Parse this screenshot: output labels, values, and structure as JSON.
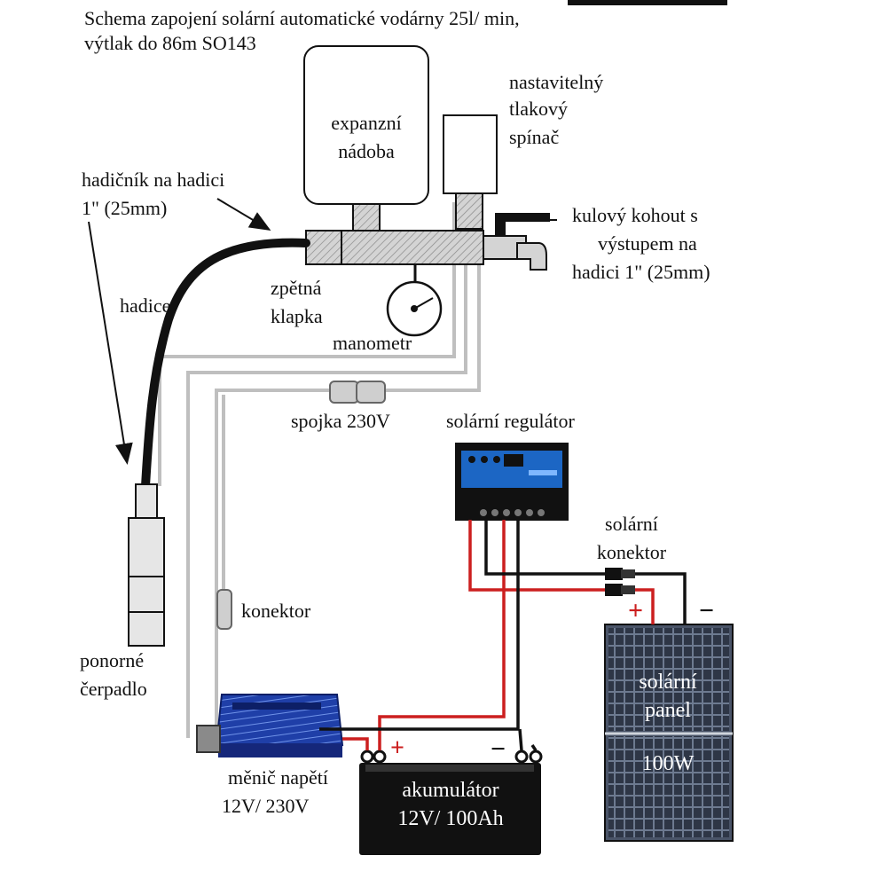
{
  "title": {
    "line1": "Schema zapojení solární automatické vodárny 25l/ min,",
    "line2": "výtlak do 86m SO143"
  },
  "labels": {
    "expansion_vessel": [
      "expanzní",
      "nádoba"
    ],
    "pressure_switch": [
      "nastavitelný",
      "tlakový",
      "spínač"
    ],
    "hose_fitting": [
      "hadičník na hadici",
      "1\" (25mm)"
    ],
    "ball_valve": [
      "kulový kohout s",
      "výstupem na",
      "hadici 1\" (25mm)"
    ],
    "hose": "hadice",
    "check_valve": [
      "zpětná",
      "klapka"
    ],
    "manometer": "manometr",
    "coupler_230v": "spojka 230V",
    "solar_regulator": "solární regulátor",
    "solar_connector": [
      "solární",
      "konektor"
    ],
    "connector": "konektor",
    "submersible_pump": [
      "ponorné",
      "čerpadlo"
    ],
    "inverter": [
      "měnič napětí",
      "12V/ 230V"
    ],
    "battery": [
      "akumulátor",
      "12V/ 100Ah"
    ],
    "solar_panel": [
      "solární",
      "panel",
      "100W"
    ]
  },
  "polarity": {
    "plus": "+",
    "minus": "−"
  },
  "colors": {
    "pipe_fill": "#cccccc",
    "wire_gray": "#bfbfbf",
    "wire_red": "#cc1f1f",
    "wire_black": "#111111",
    "inverter_blue": "#1f3fa8",
    "panel_cell": "#30394a",
    "regulator_blue": "#1c66c4"
  }
}
